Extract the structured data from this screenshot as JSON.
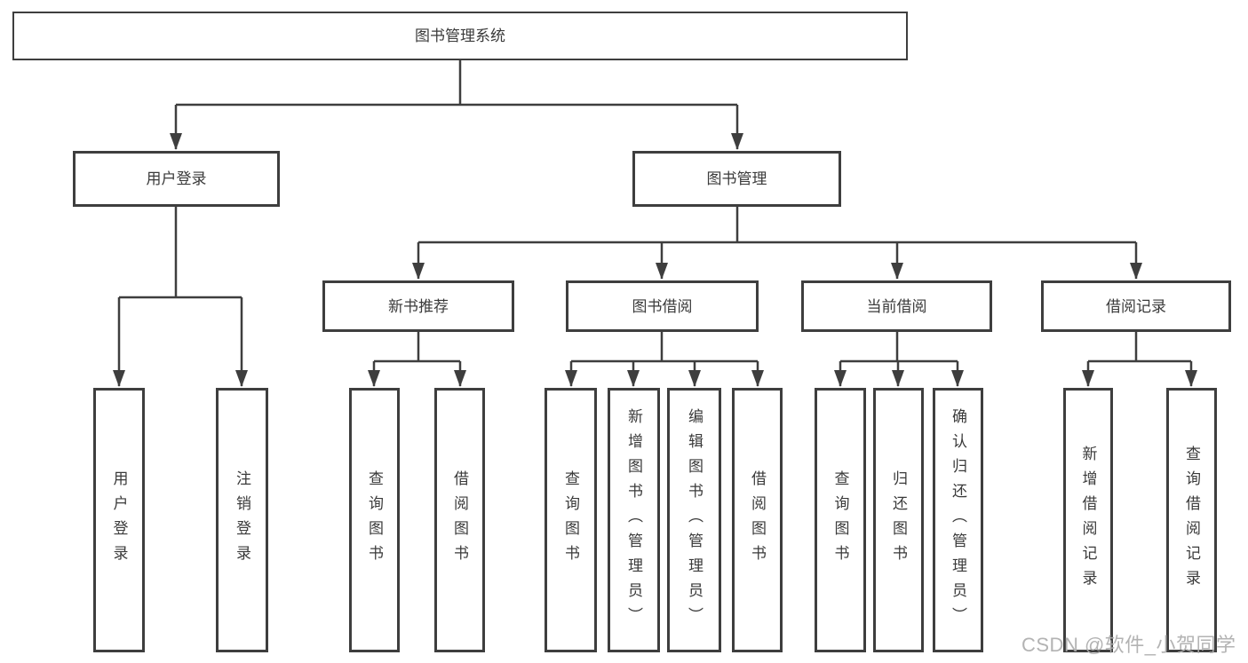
{
  "tree": {
    "root": "图书管理系统",
    "children": [
      {
        "label": "用户登录",
        "children": [
          "用户登录",
          "注销登录"
        ]
      },
      {
        "label": "图书管理",
        "children": [
          {
            "label": "新书推荐",
            "children": [
              "查询图书",
              "借阅图书"
            ]
          },
          {
            "label": "图书借阅",
            "children": [
              "查询图书",
              "新增图书（管理员）",
              "编辑图书（管理员）",
              "借阅图书"
            ]
          },
          {
            "label": "当前借阅",
            "children": [
              "查询图书",
              "归还图书",
              "确认归还（管理员）"
            ]
          },
          {
            "label": "借阅记录",
            "children": [
              "新增借阅记录",
              "查询借阅记录"
            ]
          }
        ]
      }
    ]
  },
  "watermark": {
    "text": "CSDN @软件_小贺同学"
  },
  "colors": {
    "line": "#3e3e3e",
    "text": "#3a3a3a",
    "watermark": "#acacac",
    "background": "#ffffff"
  }
}
